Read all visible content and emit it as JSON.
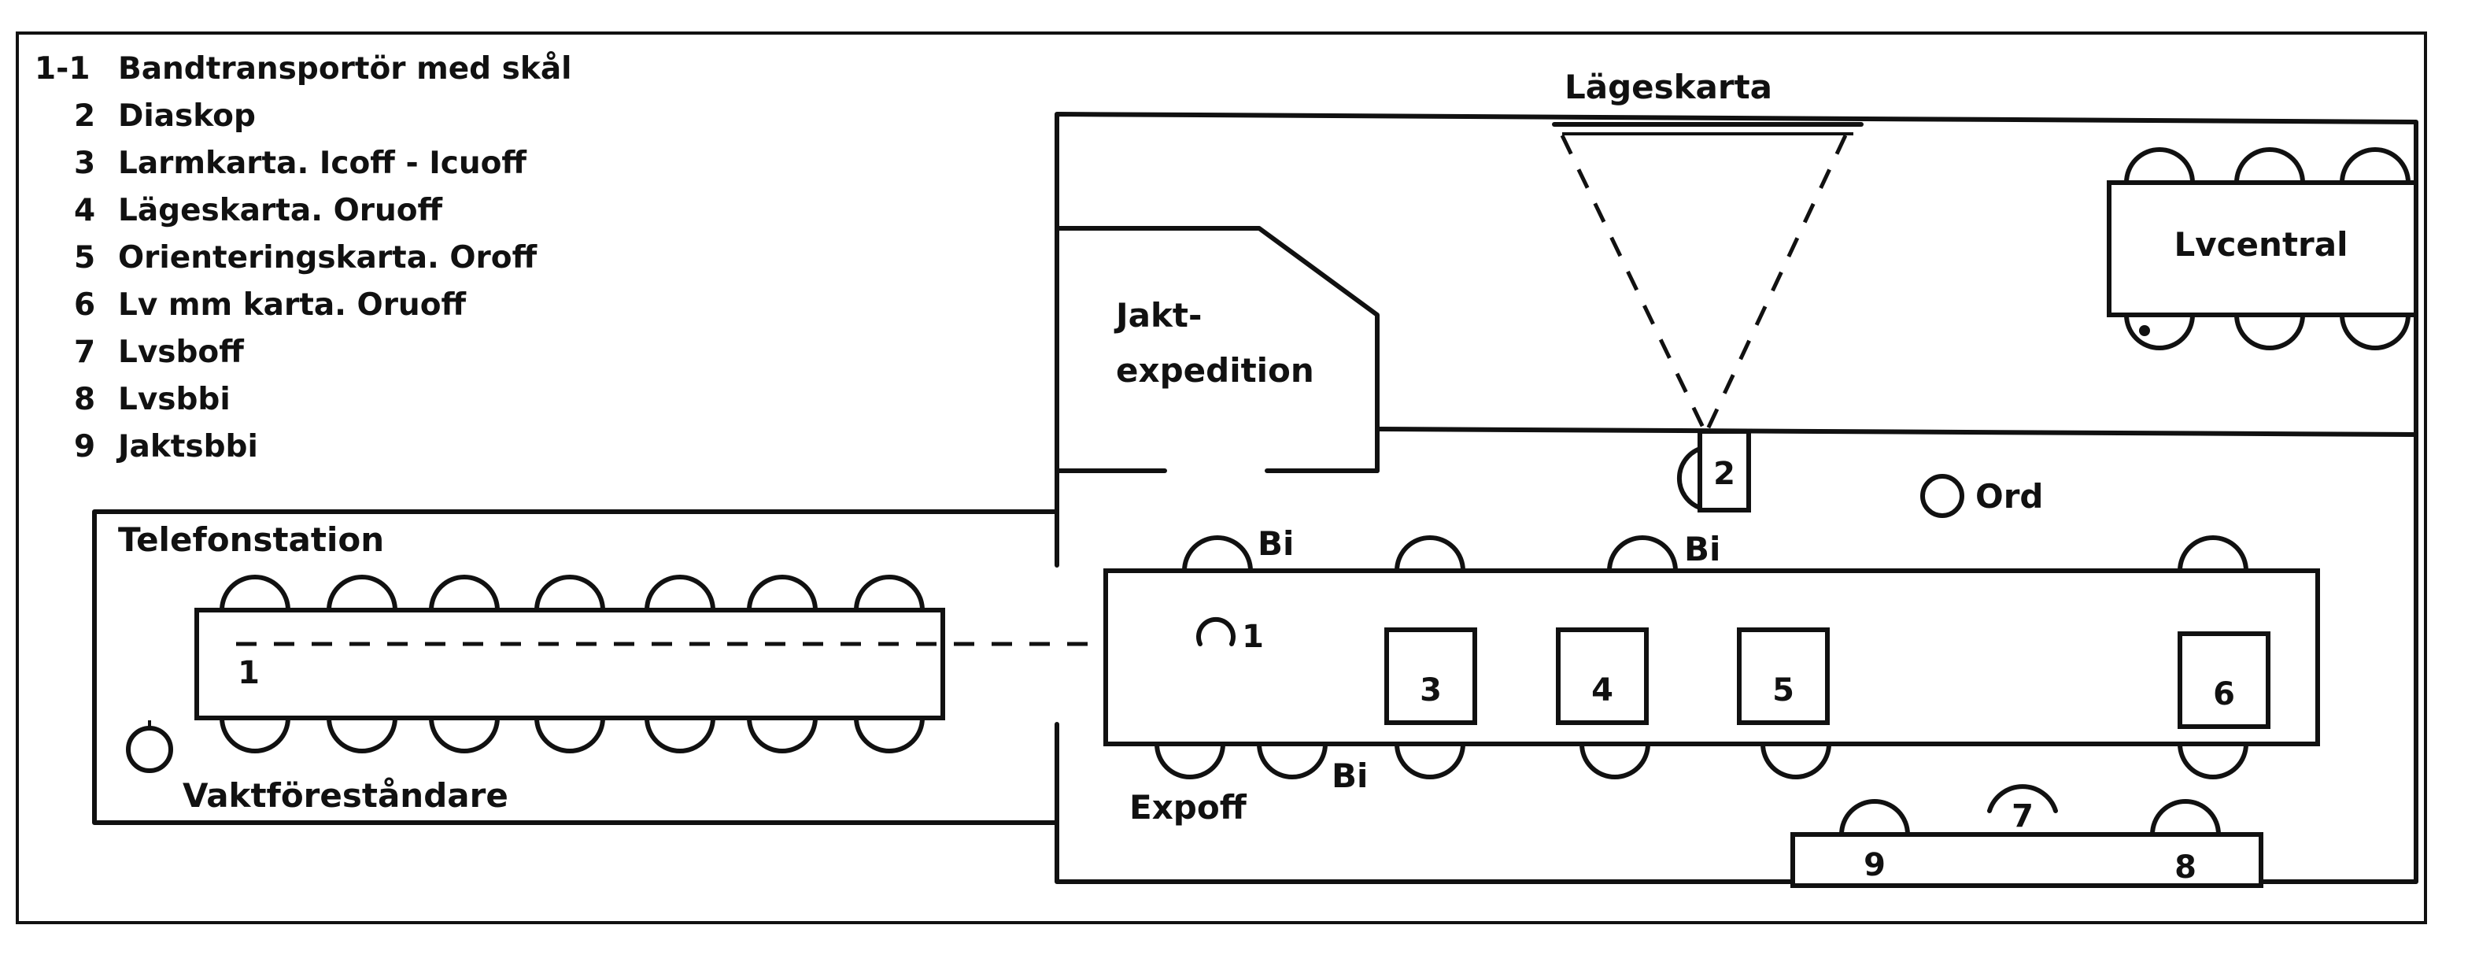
{
  "legend": [
    {
      "key": "1-1",
      "text": "Bandtransportör med skål"
    },
    {
      "key": "2",
      "text": "Diaskop"
    },
    {
      "key": "3",
      "text": "Larmkarta. Icoff - Icuoff"
    },
    {
      "key": "4",
      "text": "Lägeskarta. Oruoff"
    },
    {
      "key": "5",
      "text": "Orienteringskarta. Oroff"
    },
    {
      "key": "6",
      "text": "Lv mm karta. Oruoff"
    },
    {
      "key": "7",
      "text": "Lvsboff"
    },
    {
      "key": "8",
      "text": "Lvsbbi"
    },
    {
      "key": "9",
      "text": "Jaktsbbi"
    }
  ],
  "rooms": {
    "lageskarta": "Lägeskarta",
    "lvcentral": "Lvcentral",
    "jakt_line1": "Jakt-",
    "jakt_line2": "expedition",
    "telefonstation": "Telefonstation",
    "vaktforestandare": "Vaktföreståndare"
  },
  "labels": {
    "bi": "Bi",
    "ord": "Ord",
    "expoff": "Expoff"
  },
  "numbers": {
    "n1": "1",
    "n2": "2",
    "n3": "3",
    "n4": "4",
    "n5": "5",
    "n6": "6",
    "n7": "7",
    "n8": "8",
    "n9": "9"
  }
}
